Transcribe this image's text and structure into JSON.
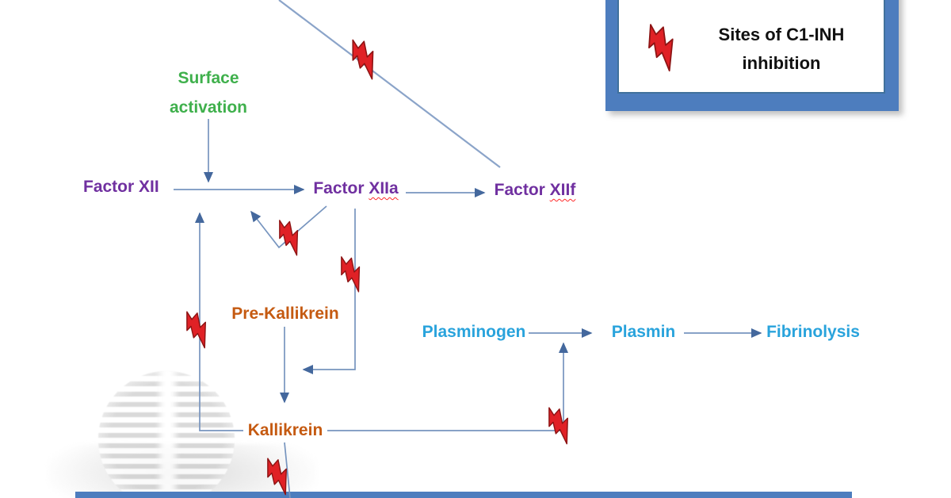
{
  "figure": {
    "type": "pathway-diagram",
    "subject": "Contact activation / kallikrein-kinin pathway with sites of C1-INH inhibition"
  },
  "legend": {
    "icon": "lightning-bolt-icon",
    "label": "Sites of C1-INH inhibition",
    "label_line1": "Sites of C1-INH",
    "label_line2": "inhibition"
  },
  "nodes": {
    "surface_activation": {
      "label": "Surface activation",
      "label_line1": "Surface",
      "label_line2": "activation",
      "color": "#3fb04c"
    },
    "factor_xii": {
      "label": "Factor XII",
      "color": "#7030a0"
    },
    "factor_xiia": {
      "label": "Factor XIIa",
      "prefix": "Factor ",
      "suffix": "XIIa",
      "color": "#7030a0"
    },
    "factor_xiif": {
      "label": "Factor XIIf",
      "prefix": "Factor ",
      "suffix": "XIIf",
      "color": "#7030a0"
    },
    "pre_kallikrein": {
      "label": "Pre-Kallikrein",
      "color": "#c55a11"
    },
    "kallikrein": {
      "label": "Kallikrein",
      "color": "#c55a11"
    },
    "plasminogen": {
      "label": "Plasminogen",
      "color": "#29a3dc"
    },
    "plasmin": {
      "label": "Plasmin",
      "color": "#29a3dc"
    },
    "fibrinolysis": {
      "label": "Fibrinolysis",
      "color": "#29a3dc"
    }
  },
  "edges": [
    {
      "from": "Surface activation",
      "to": "Factor XII / Factor XIIa conversion arrow"
    },
    {
      "from": "Factor XII",
      "to": "Factor XIIa"
    },
    {
      "from": "Factor XIIa",
      "to": "Factor XIIf"
    },
    {
      "from": "pathway cut off at top of image",
      "to": "Factor XIIf",
      "inhibited": true
    },
    {
      "from": "Factor XIIa",
      "to": "Factor XII",
      "note": "feedback",
      "inhibited": true
    },
    {
      "from": "Factor XIIa",
      "to": "Pre-Kallikrein to Kallikrein conversion",
      "inhibited": true
    },
    {
      "from": "Pre-Kallikrein",
      "to": "Kallikrein"
    },
    {
      "from": "Kallikrein",
      "to": "Factor XII",
      "note": "feedback activation",
      "inhibited": true
    },
    {
      "from": "Kallikrein",
      "to": "Plasminogen to Plasmin conversion",
      "inhibited": true
    },
    {
      "from": "Plasminogen",
      "to": "Plasmin"
    },
    {
      "from": "Plasmin",
      "to": "Fibrinolysis"
    },
    {
      "from": "Kallikrein",
      "to": "pathway cut off at bottom of image",
      "inhibited": true
    }
  ],
  "inhibition_bolt_count": 6,
  "palette": {
    "node_purple": "#7030a0",
    "node_green": "#3fb04c",
    "node_orange": "#c55a11",
    "node_cyan": "#29a3dc",
    "arrow_blue": "#7795bf",
    "bolt_red": "#e02126",
    "legend_frame_blue": "#4d7dbe",
    "legend_text_black": "#111111",
    "spellcheck_underline_red": "#ff2a2a"
  },
  "watermark": {
    "icon": "striped-sphere-watermark"
  }
}
